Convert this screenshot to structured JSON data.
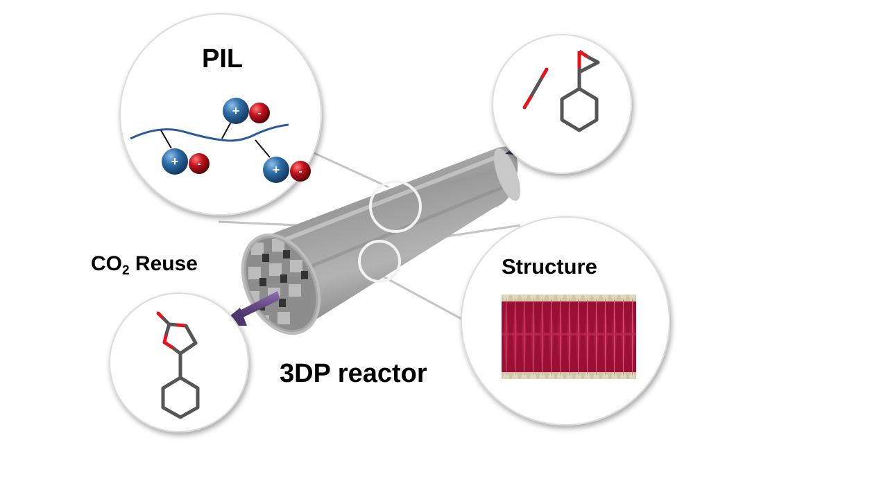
{
  "diagram": {
    "labels": {
      "pil": "PIL",
      "co2_prefix": "CO",
      "co2_subscript": "2",
      "co2_suffix": " Reuse",
      "structure": "Structure",
      "reactor": "3DP reactor"
    },
    "ion_pairs": [
      {
        "cation": "+",
        "anion": "-"
      },
      {
        "cation": "+",
        "anion": "-"
      },
      {
        "cation": "+",
        "anion": "-"
      }
    ],
    "molecules": {
      "input": [
        "CO2",
        "epoxide (cyclohexyl oxirane)"
      ],
      "output": "cyclic carbonate (cyclohexyl)"
    },
    "colors": {
      "cation_blue": "#2e6aa3",
      "anion_red": "#c0121b",
      "polymer_chain": "#2c5a99",
      "arrow_purple": "#6b4e91",
      "bond_gray": "#555555",
      "oxygen_red": "#e8121b",
      "reactor_gray": "#9e9e9e",
      "structure_red": "#9a1034"
    }
  }
}
